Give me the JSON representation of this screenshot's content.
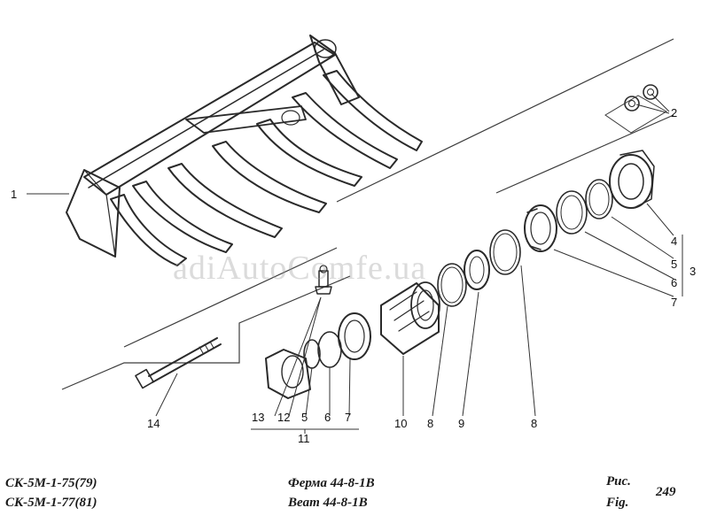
{
  "callouts": [
    {
      "id": "c1",
      "label": "1"
    },
    {
      "id": "c2",
      "label": "2"
    },
    {
      "id": "c3",
      "label": "3"
    },
    {
      "id": "c4",
      "label": "4"
    },
    {
      "id": "c5a",
      "label": "5"
    },
    {
      "id": "c6a",
      "label": "6"
    },
    {
      "id": "c7a",
      "label": "7"
    },
    {
      "id": "c8a",
      "label": "8"
    },
    {
      "id": "c8b",
      "label": "8"
    },
    {
      "id": "c9",
      "label": "9"
    },
    {
      "id": "c10",
      "label": "10"
    },
    {
      "id": "c11",
      "label": "11"
    },
    {
      "id": "c12",
      "label": "12"
    },
    {
      "id": "c13",
      "label": "13"
    },
    {
      "id": "c14",
      "label": "14"
    },
    {
      "id": "c5b",
      "label": "5"
    },
    {
      "id": "c6b",
      "label": "6"
    },
    {
      "id": "c7b",
      "label": "7"
    }
  ],
  "footer": {
    "model_line1": "СК-5М-1-75(79)",
    "model_line2": "СК-5М-1-77(81)",
    "title_ru": "Ферма 44-8-1В",
    "title_en": "Beam 44-8-1B",
    "fig_ru": "Рис.",
    "fig_en": "Fig.",
    "fig_number": "249"
  },
  "watermark": "adiAutoComfe.ua"
}
